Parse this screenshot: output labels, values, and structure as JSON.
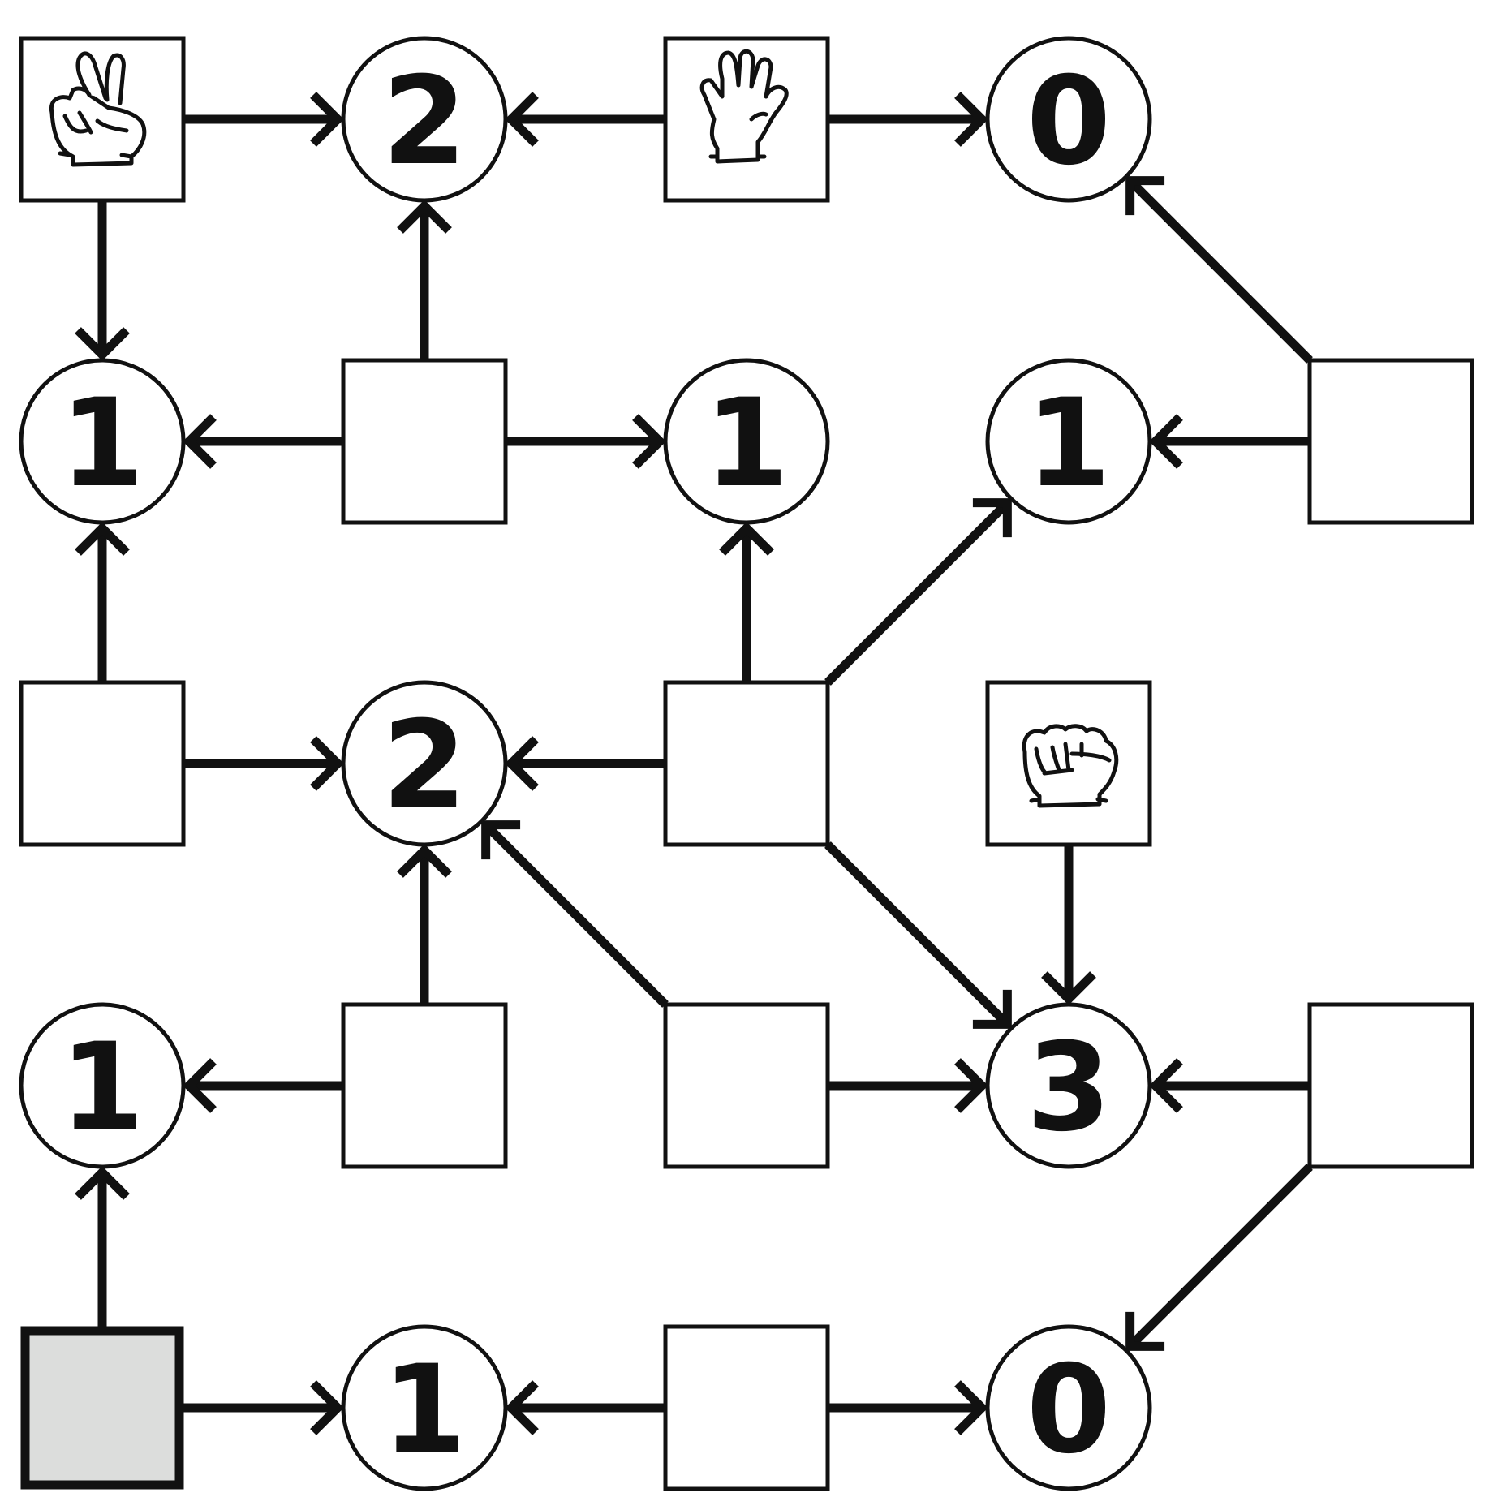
{
  "puzzle": {
    "colors": {
      "ink": "#111111",
      "selected_fill": "#dcdddc",
      "background": "#ffffff"
    },
    "cells": [
      {
        "id": "r0c0",
        "kind": "box",
        "hand": "scissors-hand-icon"
      },
      {
        "id": "r0c1",
        "kind": "circle",
        "value": "2"
      },
      {
        "id": "r0c2",
        "kind": "box",
        "hand": "paper-hand-icon"
      },
      {
        "id": "r0c3",
        "kind": "circle",
        "value": "0"
      },
      {
        "id": "r1c0",
        "kind": "circle",
        "value": "1"
      },
      {
        "id": "r1c1",
        "kind": "box"
      },
      {
        "id": "r1c2",
        "kind": "circle",
        "value": "1"
      },
      {
        "id": "r1c3",
        "kind": "circle",
        "value": "1"
      },
      {
        "id": "r1c4",
        "kind": "box"
      },
      {
        "id": "r2c0",
        "kind": "box"
      },
      {
        "id": "r2c1",
        "kind": "circle",
        "value": "2"
      },
      {
        "id": "r2c2",
        "kind": "box"
      },
      {
        "id": "r2c3",
        "kind": "box",
        "hand": "rock-hand-icon"
      },
      {
        "id": "r3c0",
        "kind": "circle",
        "value": "1"
      },
      {
        "id": "r3c1",
        "kind": "box"
      },
      {
        "id": "r3c2",
        "kind": "box"
      },
      {
        "id": "r3c3",
        "kind": "circle",
        "value": "3"
      },
      {
        "id": "r3c4",
        "kind": "box"
      },
      {
        "id": "r4c0",
        "kind": "box",
        "selected": true
      },
      {
        "id": "r4c1",
        "kind": "circle",
        "value": "1"
      },
      {
        "id": "r4c2",
        "kind": "box"
      },
      {
        "id": "r4c3",
        "kind": "circle",
        "value": "0"
      }
    ],
    "edges": [
      [
        "r0c0",
        "r0c1"
      ],
      [
        "r0c2",
        "r0c1"
      ],
      [
        "r0c2",
        "r0c3"
      ],
      [
        "r0c0",
        "r1c0"
      ],
      [
        "r1c1",
        "r0c1"
      ],
      [
        "r1c1",
        "r1c0"
      ],
      [
        "r1c1",
        "r1c2"
      ],
      [
        "r1c4",
        "r1c3"
      ],
      [
        "r1c4",
        "r0c3"
      ],
      [
        "r2c0",
        "r1c0"
      ],
      [
        "r2c0",
        "r2c1"
      ],
      [
        "r2c2",
        "r2c1"
      ],
      [
        "r2c2",
        "r1c2"
      ],
      [
        "r2c2",
        "r1c3"
      ],
      [
        "r2c2",
        "r3c3"
      ],
      [
        "r2c3",
        "r3c3"
      ],
      [
        "r3c1",
        "r3c0"
      ],
      [
        "r3c1",
        "r2c1"
      ],
      [
        "r3c2",
        "r2c1"
      ],
      [
        "r3c2",
        "r3c3"
      ],
      [
        "r3c4",
        "r3c3"
      ],
      [
        "r3c4",
        "r4c3"
      ],
      [
        "r4c0",
        "r3c0"
      ],
      [
        "r4c0",
        "r4c1"
      ],
      [
        "r4c2",
        "r4c1"
      ],
      [
        "r4c2",
        "r4c3"
      ]
    ]
  }
}
